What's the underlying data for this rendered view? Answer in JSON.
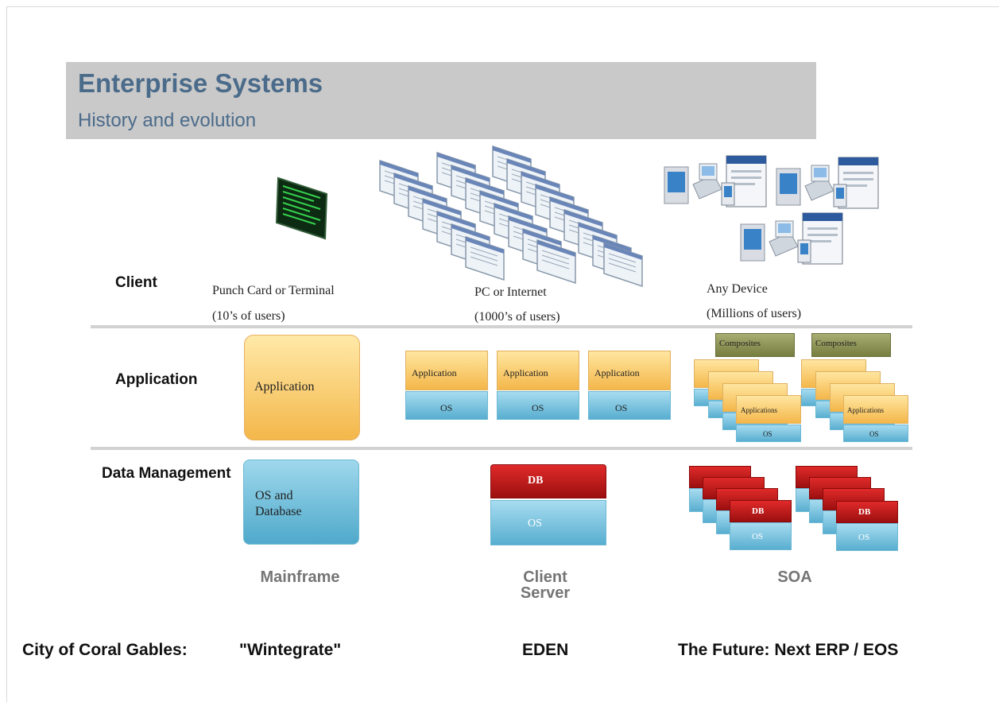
{
  "header": {
    "title": "Enterprise Systems",
    "subtitle": "History and evolution"
  },
  "rows": {
    "client": "Client",
    "application": "Application",
    "data": "Data Management"
  },
  "client": {
    "mainframe": {
      "line1": "Punch Card or Terminal",
      "line2": "(10’s of users)"
    },
    "clientserver": {
      "line1": "PC or Internet",
      "line2": "(1000’s of users)"
    },
    "soa": {
      "line1": "Any Device",
      "line2": "(Millions of users)"
    }
  },
  "application": {
    "mainframe_box": "Application",
    "cs_app": "Application",
    "cs_os": "OS",
    "soa_composites": "Composites",
    "soa_apps": "Applications",
    "soa_os": "OS"
  },
  "data": {
    "mainframe_box": "OS and Database",
    "cs_db": "DB",
    "cs_os": "OS",
    "soa_db": "DB",
    "soa_os": "OS"
  },
  "eras": {
    "mainframe": "Mainframe",
    "clientserver": "Client Server",
    "soa": "SOA"
  },
  "footer": {
    "label": "City of Coral Gables:",
    "mainframe": "\"Wintegrate\"",
    "clientserver": "EDEN",
    "soa": "The Future: Next ERP / EOS"
  },
  "colors": {
    "header_bg": "#c9c9c9",
    "title": "#4b6b8a",
    "app": "#f4b74a",
    "os": "#58aed0",
    "db": "#c41a1a",
    "composite": "#8c914f"
  }
}
